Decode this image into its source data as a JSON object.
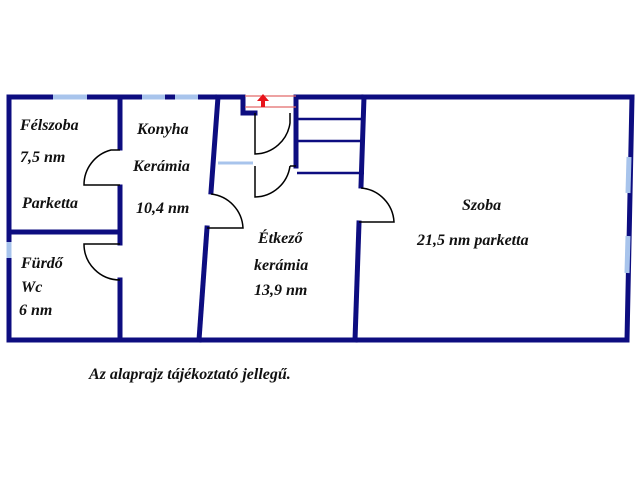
{
  "colors": {
    "wall": "#0d0d80",
    "window": "#a8c4ec",
    "door": "#000000",
    "entry_arrow": "#e8131a",
    "entry_lines": "#e26a6a",
    "background": "#ffffff"
  },
  "rooms": [
    {
      "id": "felszoba",
      "name": "Félszoba",
      "area": "7,5 nm",
      "floor": "Parketta"
    },
    {
      "id": "konyha",
      "name": "Konyha",
      "floor": "Kerámia",
      "area": "10,4 nm"
    },
    {
      "id": "furdo",
      "name": "Fürdő",
      "name2": "Wc",
      "area": "6 nm"
    },
    {
      "id": "etkezo",
      "name": "Étkező",
      "floor": "kerámia",
      "area": "13,9 nm"
    },
    {
      "id": "szoba",
      "name": "Szoba",
      "area_floor": "21,5 nm parketta"
    }
  ],
  "stairs": {
    "steps": 3
  },
  "entrance": {
    "icon": "up-arrow-icon"
  },
  "footer": {
    "note": "Az alaprajz tájékoztató jellegű."
  }
}
